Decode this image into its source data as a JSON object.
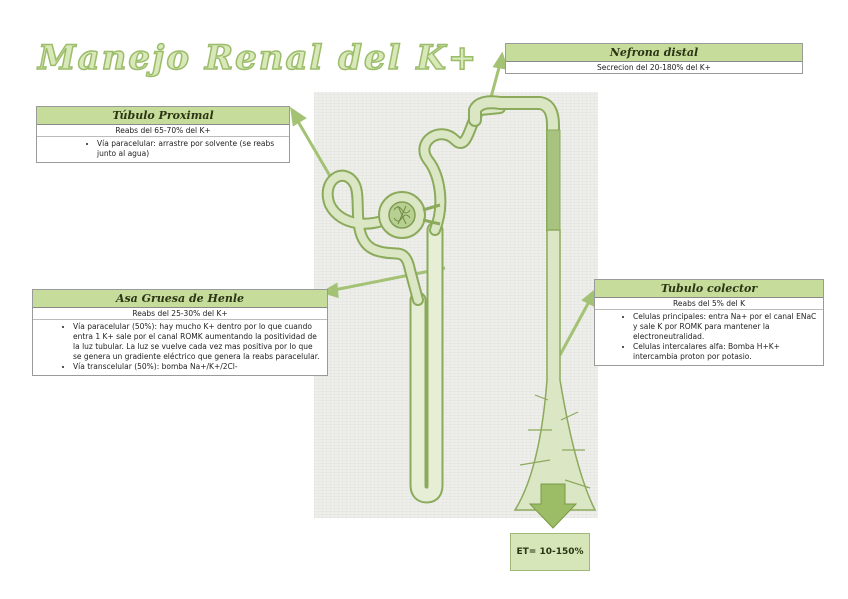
{
  "title": "Manejo Renal del K+",
  "proximal": {
    "title": "Túbulo Proximal",
    "subtitle": "Reabs del 65-70% del K+",
    "items": [
      "Vía paracelular: arrastre por solvente (se reabs junto al agua)"
    ]
  },
  "distal": {
    "title": "Nefrona distal",
    "subtitle": "Secrecion del 20-180% del K+"
  },
  "henle": {
    "title": "Asa Gruesa de Henle",
    "subtitle": "Reabs del 25-30% del K+",
    "items": [
      "Vía paracelular (50%): hay mucho K+ dentro por lo que cuando entra 1 K+ sale por el canal ROMK aumentando la positividad de la luz tubular. La luz se vuelve cada vez mas positiva por lo que se genera un gradiente eléctrico que genera la reabs paracelular.",
      "Vía transcelular (50%): bomba Na+/K+/2Cl-"
    ]
  },
  "colector": {
    "title": "Tubulo colector",
    "subtitle": "Reabs del 5% del K",
    "items": [
      "Celulas principales: entra Na+ por el canal ENaC y sale K por ROMK para mantener la electroneutralidad.",
      "Celulas intercalares alfa: Bomba H+K+ intercambia proton por potasio."
    ]
  },
  "result": "ET= 10-150%",
  "colors": {
    "header": "#c6dc9b",
    "arrow": "#a3c274",
    "tubule": "#cfe0b0",
    "outline": "#8caa5c"
  }
}
